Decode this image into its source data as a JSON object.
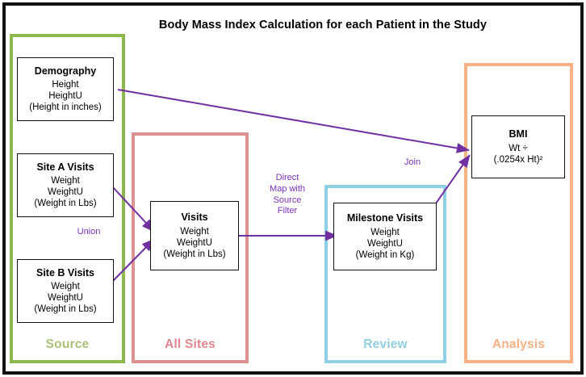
{
  "title": "Body Mass Index Calculation for each Patient in the Study",
  "colors": {
    "source": "#8cb84e",
    "all_sites": "#dd9292",
    "review": "#8ecfe3",
    "analysis": "#f7b183",
    "arrow": "#7030a0",
    "edge_label": "#7a30b8",
    "box_border": "#111111",
    "outer_border": "#111111"
  },
  "columns": [
    {
      "name": "source",
      "label": "Source",
      "color": "#8cb84e"
    },
    {
      "name": "all-sites",
      "label": "All Sites",
      "color": "#dd9292"
    },
    {
      "name": "review",
      "label": "Review",
      "color": "#8ecfe3"
    },
    {
      "name": "analysis",
      "label": "Analysis",
      "color": "#f7b183"
    }
  ],
  "nodes": {
    "demography": {
      "title": "Demography",
      "line1": "Height",
      "line2": "HeightU",
      "line3": "(Height in inches)"
    },
    "site_a_visits": {
      "title": "Site A Visits",
      "line1": "Weight",
      "line2": "WeightU",
      "line3": "(Weight in Lbs)"
    },
    "site_b_visits": {
      "title": "Site B Visits",
      "line1": "Weight",
      "line2": "WeightU",
      "line3": "(Weight in Lbs)"
    },
    "visits": {
      "title": "Visits",
      "line1": "Weight",
      "line2": "WeightU",
      "line3": "(Weight in Lbs)"
    },
    "milestone_visits": {
      "title": "Milestone Visits",
      "line1": "Weight",
      "line2": "WeightU",
      "line3": "(Weight in Kg)"
    },
    "bmi": {
      "title": "BMI",
      "line1": "Wt ÷",
      "line2": "(.0254x Ht)²",
      "line3": ""
    }
  },
  "edge_labels": {
    "union": "Union",
    "direct_map": "Direct\nMap with\nSource\nFilter",
    "direct_map_l1": "Direct",
    "direct_map_l2": "Map with",
    "direct_map_l3": "Source",
    "direct_map_l4": "Filter",
    "join": "Join"
  }
}
